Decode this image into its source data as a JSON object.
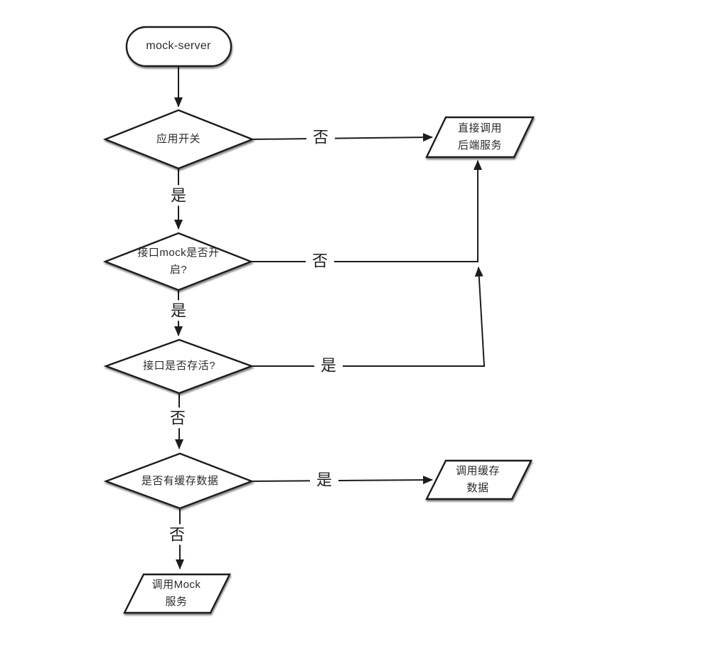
{
  "diagram": {
    "type": "flowchart",
    "colors": {
      "background": "#ffffff",
      "node_fill": "#ffffff",
      "stroke": "#1c1c1c",
      "text": "#2b2b2b"
    },
    "nodes": {
      "start": {
        "shape": "terminator",
        "label": "mock-server"
      },
      "app_switch": {
        "shape": "decision",
        "label": "应用开关"
      },
      "mock_enabled": {
        "shape": "decision",
        "label": "接口mock是否开\n启?"
      },
      "api_alive": {
        "shape": "decision",
        "label": "接口是否存活?"
      },
      "has_cache": {
        "shape": "decision",
        "label": "是否有缓存数据"
      },
      "call_backend": {
        "shape": "parallelogram",
        "label": "直接调用\n后端服务"
      },
      "call_cache": {
        "shape": "parallelogram",
        "label": "调用缓存\n数据"
      },
      "call_mock": {
        "shape": "parallelogram",
        "label": "调用Mock\n服务"
      }
    },
    "edges": [
      {
        "from": "start",
        "to": "app_switch",
        "label": ""
      },
      {
        "from": "app_switch",
        "to": "call_backend",
        "label": "否"
      },
      {
        "from": "app_switch",
        "to": "mock_enabled",
        "label": "是"
      },
      {
        "from": "mock_enabled",
        "to": "call_backend",
        "label": "否"
      },
      {
        "from": "mock_enabled",
        "to": "api_alive",
        "label": "是"
      },
      {
        "from": "api_alive",
        "to": "call_backend",
        "label": "是"
      },
      {
        "from": "api_alive",
        "to": "has_cache",
        "label": "否"
      },
      {
        "from": "has_cache",
        "to": "call_cache",
        "label": "是"
      },
      {
        "from": "has_cache",
        "to": "call_mock",
        "label": "否"
      }
    ]
  }
}
